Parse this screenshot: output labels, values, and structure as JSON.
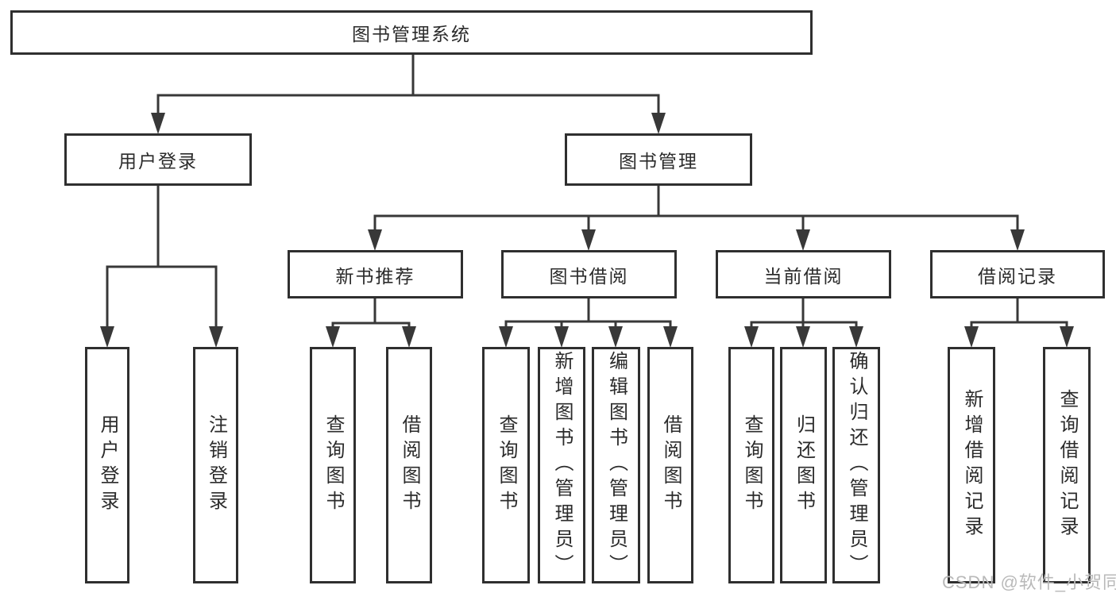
{
  "tree": {
    "label": "图书管理系统",
    "children": [
      {
        "label": "用户登录",
        "children": [
          {
            "label": "用户登录"
          },
          {
            "label": "注销登录"
          }
        ]
      },
      {
        "label": "图书管理",
        "children": [
          {
            "label": "新书推荐",
            "children": [
              {
                "label": "查询图书"
              },
              {
                "label": "借阅图书"
              }
            ]
          },
          {
            "label": "图书借阅",
            "children": [
              {
                "label": "查询图书"
              },
              {
                "label": "新增图书（管理员）"
              },
              {
                "label": "编辑图书（管理员）"
              },
              {
                "label": "借阅图书"
              }
            ]
          },
          {
            "label": "当前借阅",
            "children": [
              {
                "label": "查询图书"
              },
              {
                "label": "归还图书"
              },
              {
                "label": "确认归还（管理员）"
              }
            ]
          },
          {
            "label": "借阅记录",
            "children": [
              {
                "label": "新增借阅记录"
              },
              {
                "label": "查询借阅记录"
              }
            ]
          }
        ]
      }
    ]
  },
  "watermark": {
    "text": "CSDN @软件_小贺同学"
  },
  "colors": {
    "background": "#ffffff",
    "line": "#383838",
    "box_border": "#2f2f2f",
    "text": "#2b2b2b",
    "watermark": "#b9b9b9"
  }
}
